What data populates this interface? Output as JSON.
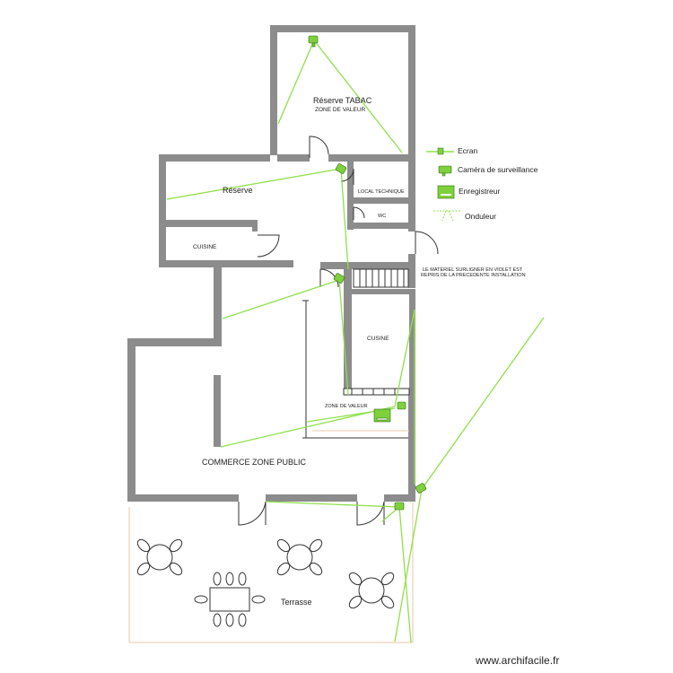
{
  "plan": {
    "rooms": {
      "reserve_tabac": "Réserve TABAC",
      "zone_valeur_top": "ZONE DE VALEUR",
      "reserve": "Réserve",
      "local_technique": "LOCAL TECHNIQUE",
      "wc": "WC",
      "cuisine_left": "CUISINE",
      "cusine_right": "CUSINE",
      "zone_valeur_bottom": "ZONE DE VALEUR",
      "commerce": "COMMERCE ZONE PUBLIC",
      "terrasse": "Terrasse"
    },
    "note_line1": "LE MATERIEL SURLIGNER EN VIOLET EST",
    "note_line2": "REPRIS DE LA PRECEDENTE INSTALLATION"
  },
  "legend": {
    "items": [
      {
        "label": "Ecran",
        "icon": "screen-icon"
      },
      {
        "label": "Caméra de surveillance",
        "icon": "camera-icon"
      },
      {
        "label": "Enregistreur",
        "icon": "recorder-icon"
      },
      {
        "label": "Onduleur",
        "icon": "ups-icon"
      }
    ]
  },
  "colors": {
    "wall": "#8c8c8c",
    "cable": "#8fe04a",
    "device": "#7fd13b",
    "terrace": "#e8c9a8"
  },
  "watermark": "www.archifacile.fr"
}
